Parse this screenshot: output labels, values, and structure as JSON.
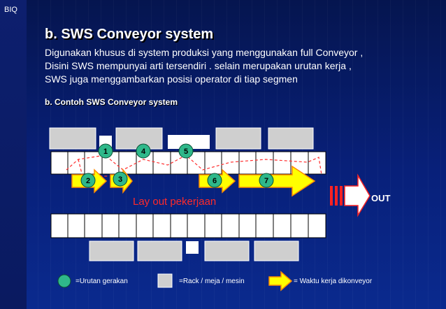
{
  "corner_label": "BIQ",
  "title": "b.  SWS  Conveyor system",
  "body_lines": [
    "Digunakan khusus di system produksi yang menggunakan full Conveyor ,",
    "Disini SWS mempunyai arti tersendiri . selain merupakan urutan kerja ,",
    "SWS juga menggambarkan posisi operator di tiap segmen"
  ],
  "subtitle": "b.  Contoh SWS Conveyor system",
  "diagram": {
    "layout_label": "Lay out pekerjaan",
    "out_label": "OUT",
    "step_numbers": [
      "1",
      "2",
      "3",
      "4",
      "5",
      "6",
      "7"
    ]
  },
  "legend": {
    "circle_label": "=Urutan gerakan",
    "rack_label": "=Rack / meja / mesin",
    "arrow_label": "= Waktu kerja dikonveyor"
  },
  "colors": {
    "step_circle": "#2fb88a",
    "arrow_fill": "#ffff00",
    "arrow_border": "#ff8a00",
    "layout_text": "#ff2a2a",
    "rack_fill": "#cfcfcf"
  }
}
